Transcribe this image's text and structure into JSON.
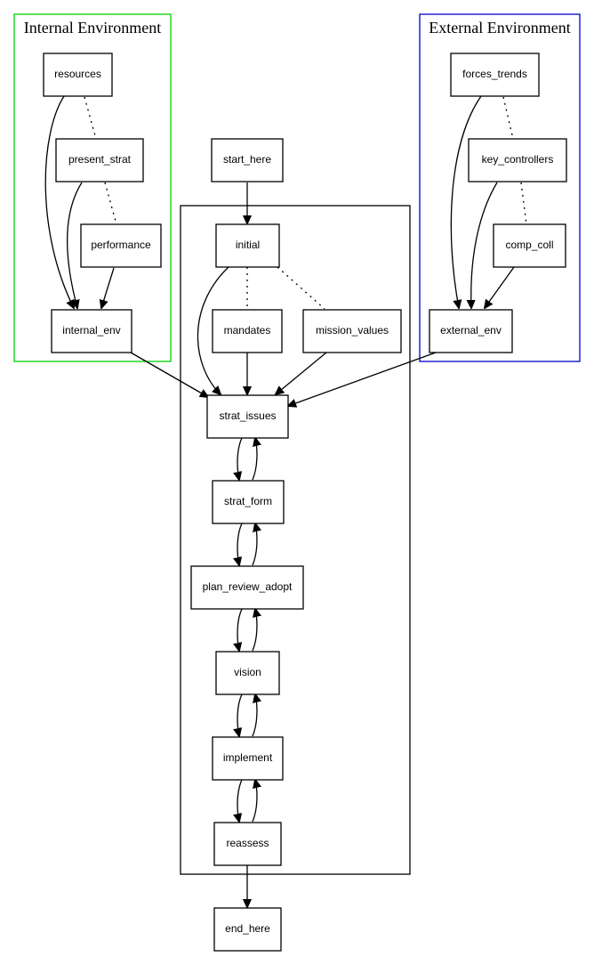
{
  "clusters": {
    "internal": {
      "title": "Internal Environment",
      "color": "#00d000"
    },
    "external": {
      "title": "External Environment",
      "color": "#0000c8"
    },
    "main": {
      "color": "#000000"
    }
  },
  "nodes": {
    "resources": "resources",
    "present_strat": "present_strat",
    "performance": "performance",
    "internal_env": "internal_env",
    "start_here": "start_here",
    "initial": "initial",
    "mandates": "mandates",
    "mission_values": "mission_values",
    "strat_issues": "strat_issues",
    "strat_form": "strat_form",
    "plan_review_adopt": "plan_review_adopt",
    "vision": "vision",
    "implement": "implement",
    "reassess": "reassess",
    "end_here": "end_here",
    "forces_trends": "forces_trends",
    "key_controllers": "key_controllers",
    "comp_coll": "comp_coll",
    "external_env": "external_env"
  },
  "edges": [
    {
      "from": "resources",
      "to": "present_strat",
      "style": "dotted"
    },
    {
      "from": "present_strat",
      "to": "performance",
      "style": "dotted"
    },
    {
      "from": "resources",
      "to": "internal_env",
      "style": "solid"
    },
    {
      "from": "present_strat",
      "to": "internal_env",
      "style": "solid"
    },
    {
      "from": "performance",
      "to": "internal_env",
      "style": "solid"
    },
    {
      "from": "forces_trends",
      "to": "key_controllers",
      "style": "dotted"
    },
    {
      "from": "key_controllers",
      "to": "comp_coll",
      "style": "dotted"
    },
    {
      "from": "forces_trends",
      "to": "external_env",
      "style": "solid"
    },
    {
      "from": "key_controllers",
      "to": "external_env",
      "style": "solid"
    },
    {
      "from": "comp_coll",
      "to": "external_env",
      "style": "solid"
    },
    {
      "from": "start_here",
      "to": "initial",
      "style": "solid"
    },
    {
      "from": "initial",
      "to": "mandates",
      "style": "dotted"
    },
    {
      "from": "initial",
      "to": "mission_values",
      "style": "dotted"
    },
    {
      "from": "initial",
      "to": "strat_issues",
      "style": "solid"
    },
    {
      "from": "mandates",
      "to": "strat_issues",
      "style": "solid"
    },
    {
      "from": "mission_values",
      "to": "strat_issues",
      "style": "solid"
    },
    {
      "from": "internal_env",
      "to": "strat_issues",
      "style": "solid"
    },
    {
      "from": "external_env",
      "to": "strat_issues",
      "style": "solid"
    },
    {
      "from": "strat_issues",
      "to": "strat_form",
      "style": "solid"
    },
    {
      "from": "strat_form",
      "to": "strat_issues",
      "style": "solid"
    },
    {
      "from": "strat_form",
      "to": "plan_review_adopt",
      "style": "solid"
    },
    {
      "from": "plan_review_adopt",
      "to": "strat_form",
      "style": "solid"
    },
    {
      "from": "plan_review_adopt",
      "to": "vision",
      "style": "solid"
    },
    {
      "from": "vision",
      "to": "plan_review_adopt",
      "style": "solid"
    },
    {
      "from": "vision",
      "to": "implement",
      "style": "solid"
    },
    {
      "from": "implement",
      "to": "vision",
      "style": "solid"
    },
    {
      "from": "implement",
      "to": "reassess",
      "style": "solid"
    },
    {
      "from": "reassess",
      "to": "implement",
      "style": "solid"
    },
    {
      "from": "reassess",
      "to": "end_here",
      "style": "solid"
    }
  ]
}
